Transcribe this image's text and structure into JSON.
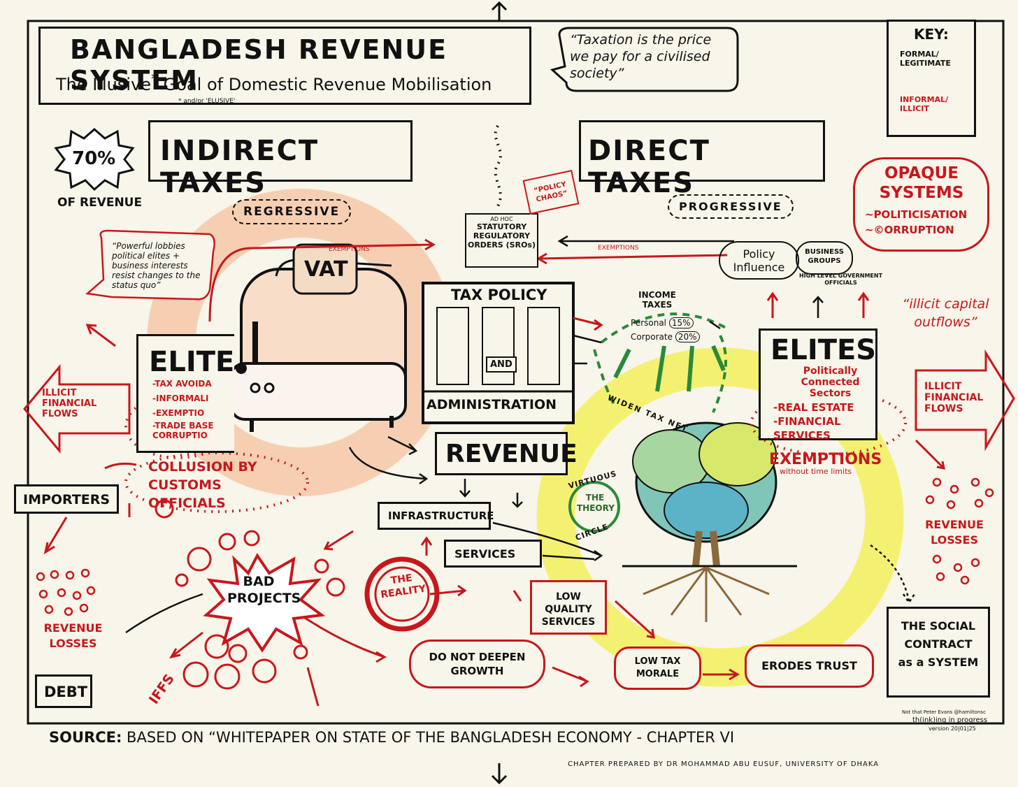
{
  "title": {
    "main": "BANGLADESH REVENUE SYSTEM",
    "subtitle_pre": "The Illusive",
    "subtitle_star": "*",
    "subtitle_post": " Goal of Domestic Revenue Mobilisation",
    "footnote": "* and/or 'ELUSIVE'"
  },
  "quote": "“Taxation is the price we pay for a civilised society”",
  "key": {
    "label": "KEY:",
    "formal": "FORMAL/ LEGITIMATE",
    "informal": "INFORMAL/ ILLICIT"
  },
  "indirect": {
    "header": "INDIRECT TAXES",
    "stat": "70%",
    "stat_label": "OF REVENUE",
    "tag": "REGRESSIVE",
    "vat": "VAT",
    "lobbies": "“Powerful lobbies political elites + business interests resist changes to the status quo”",
    "elite_title": "ELITE",
    "elite_items": [
      "-TAX AVOIDA",
      "-INFORMALI",
      "-EXEMPTIO",
      "-TRADE BASE CORRUPTIO"
    ],
    "illicit_left": "ILLICIT FINANCIAL FLOWS",
    "collusion": "COLLUSION BY CUSTOMS OFFICIALS",
    "importers": "IMPORTERS",
    "revenue_losses_left": "REVENUE LOSSES",
    "debt": "DEBT",
    "iffs": "IFFS",
    "exemptions_small": "EXEMPTIONS"
  },
  "direct": {
    "header": "DIRECT TAXES",
    "tag": "PROGRESSIVE",
    "opaque_title": "OPAQUE SYSTEMS",
    "opaque_items": [
      "~POLITICISATION",
      "~©ORRUPTION"
    ],
    "policy_influence": "Policy Influence",
    "business_groups": "BUSINESS GROUPS",
    "govt_officials": "HIGH LEVEL GOVERNMENT OFFICIALS",
    "exemptions_arrow": "EXEMPTIONS",
    "illicit_capital": "“illicit capital outflows”",
    "elites_title": "ELITES",
    "elites_sub": "Politically Connected Sectors",
    "elites_items": [
      "-REAL ESTATE",
      "-FINANCIAL SERVICES"
    ],
    "exemptions_big": "EXEMPTIONS",
    "exemptions_note": "without time limits",
    "illicit_right": "ILLICIT FINANCIAL FLOWS",
    "revenue_losses_right": "REVENUE LOSSES"
  },
  "center": {
    "sro_adhoc": "AD HOC",
    "sro": "STATUTORY REGULATORY ORDERS (SROs)",
    "policy_chaos": "“POLICY CHAOS”",
    "tax_policy": "TAX POLICY",
    "and": "AND",
    "administration": "ADMINISTRATION",
    "revenue": "REVENUE",
    "income_taxes": "INCOME TAXES",
    "personal": "Personal",
    "personal_rate": "15%",
    "corporate": "Corporate",
    "corporate_rate": "20%",
    "widen": "WIDEN TAX NET",
    "infrastructure": "INFRASTRUCTURE",
    "services": "SERVICES",
    "virtuous": "VIRTUOUS",
    "the_theory": "THE THEORY",
    "circle": "CIRCLE",
    "the_reality": "THE REALITY",
    "bad_projects": "BAD PROJECTS",
    "low_quality": "LOW QUALITY SERVICES",
    "do_not_deepen": "DO NOT DEEPEN GROWTH",
    "low_tax_morale": "LOW TAX MORALE",
    "erodes_trust": "ERODES TRUST",
    "social_contract": "THE SOCIAL CONTRACT as a SYSTEM"
  },
  "footer": {
    "source_label": "SOURCE:",
    "source_text": "BASED ON “WHITEPAPER ON STATE OF THE BANGLADESH ECONOMY - CHAPTER VI",
    "prepared": "CHAPTER PREPARED BY DR MOHAMMAD ABU EUSUF, UNIVERSITY OF DHAKA",
    "credit1": "Not that Peter Evans @hamiltonsc",
    "credit2": "th(ink)ing in progress",
    "credit3": "version 20|01|25"
  },
  "colors": {
    "ink": "#111111",
    "red": "#c8171c",
    "yellow": "#f3ef4a",
    "peach": "#f5c6a5",
    "paper": "#f8f5ea"
  }
}
